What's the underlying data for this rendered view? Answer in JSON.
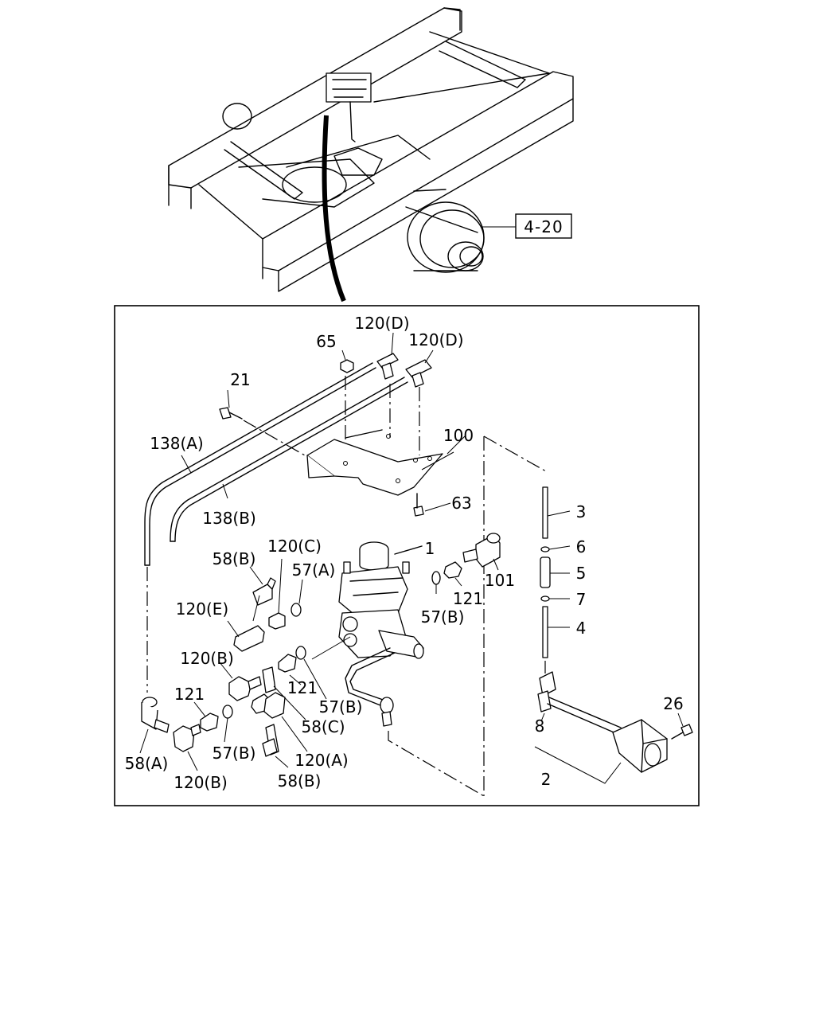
{
  "reference_box": "4-20",
  "callouts": {
    "c1": "1",
    "c2": "2",
    "c3": "3",
    "c4": "4",
    "c5": "5",
    "c6": "6",
    "c7": "7",
    "c8": "8",
    "c21": "21",
    "c26": "26",
    "c57a": "57(A)",
    "c57b_1": "57(B)",
    "c57b_2": "57(B)",
    "c57b_3": "57(B)",
    "c58a": "58(A)",
    "c58b_1": "58(B)",
    "c58b_2": "58(B)",
    "c58c": "58(C)",
    "c63": "63",
    "c65": "65",
    "c100": "100",
    "c101": "101",
    "c120a": "120(A)",
    "c120b_1": "120(B)",
    "c120b_2": "120(B)",
    "c120c": "120(C)",
    "c120d_1": "120(D)",
    "c120d_2": "120(D)",
    "c120e": "120(E)",
    "c121_1": "121",
    "c121_2": "121",
    "c121_3": "121",
    "c138a": "138(A)",
    "c138b": "138(B)"
  }
}
